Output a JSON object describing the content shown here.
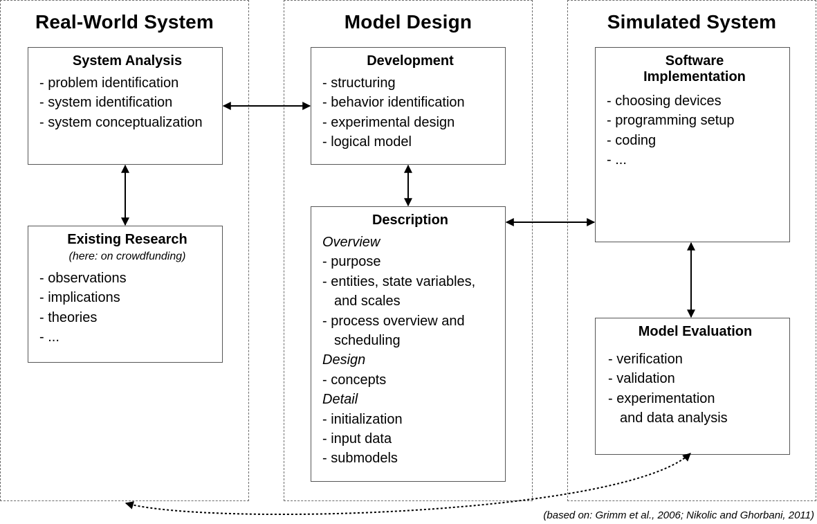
{
  "columns": {
    "real_world": {
      "title": "Real-World System"
    },
    "model_design": {
      "title": "Model Design"
    },
    "simulated": {
      "title": "Simulated System"
    }
  },
  "boxes": {
    "system_analysis": {
      "title": "System Analysis",
      "items": [
        "- problem identification",
        "- system identification",
        "- system conceptualization"
      ]
    },
    "existing_research": {
      "title": "Existing Research",
      "subtitle": "(here: on crowdfunding)",
      "items": [
        "- observations",
        "- implications",
        "- theories",
        "- ..."
      ]
    },
    "development": {
      "title": "Development",
      "items": [
        "- structuring",
        "- behavior identification",
        "- experimental design",
        "- logical model"
      ]
    },
    "description": {
      "title": "Description",
      "overview_heading": "Overview",
      "overview_items": [
        "- purpose",
        "- entities, state variables,",
        "and scales",
        "- process overview and",
        "scheduling"
      ],
      "design_heading": "Design",
      "design_items": [
        "- concepts"
      ],
      "detail_heading": "Detail",
      "detail_items": [
        "- initialization",
        "- input data",
        "- submodels"
      ]
    },
    "software_implementation": {
      "title_line1": "Software",
      "title_line2": "Implementation",
      "items": [
        "- choosing devices",
        "- programming setup",
        "- coding",
        "- ..."
      ]
    },
    "model_evaluation": {
      "title": "Model Evaluation",
      "items": [
        "- verification",
        "- validation",
        "- experimentation",
        "and data analysis"
      ]
    }
  },
  "citation": "(based on: Grimm et al., 2006; Nikolic and Ghorbani, 2011)"
}
